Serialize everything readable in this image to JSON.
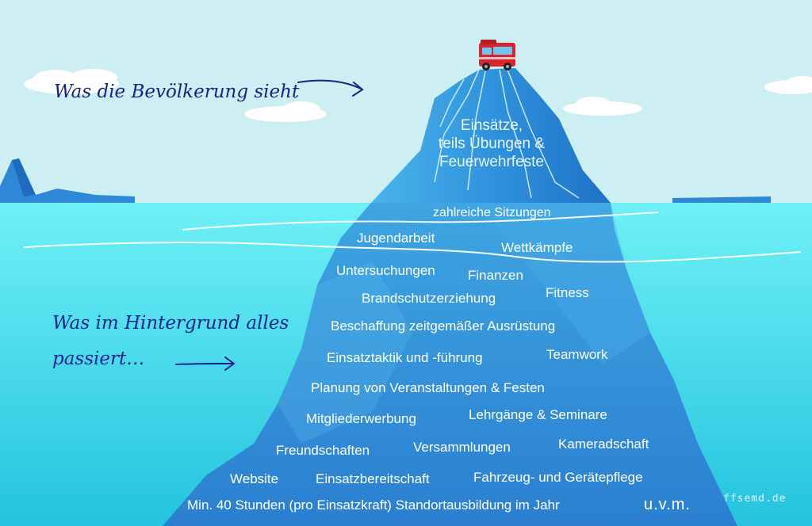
{
  "notes": {
    "top": "Was die Bevölkerung sieht",
    "bottom_line1": "Was im Hintergrund alles",
    "bottom_line2": "passiert…"
  },
  "tip": {
    "line1": "Einsätze,",
    "line2": "teils Übungen &",
    "line3": "Feuerwehrfeste"
  },
  "hidden": {
    "sitzungen": "zahlreiche Sitzungen",
    "jugendarbeit": "Jugendarbeit",
    "wettkaempfe": "Wettkämpfe",
    "untersuchungen": "Untersuchungen",
    "finanzen": "Finanzen",
    "fitness": "Fitness",
    "brandschutzerziehung": "Brandschutzerziehung",
    "beschaffung": "Beschaffung zeitgemäßer Ausrüstung",
    "einsatztaktik": "Einsatztaktik und -führung",
    "teamwork": "Teamwork",
    "planung": "Planung von Veranstaltungen & Festen",
    "mitgliederwerbung": "Mitgliederwerbung",
    "lehrgaenge": "Lehrgänge & Seminare",
    "freundschaften": "Freundschaften",
    "versammlungen": "Versammlungen",
    "kameradschaft": "Kameradschaft",
    "website": "Website",
    "einsatzbereitschaft": "Einsatzbereitschaft",
    "fahrzeugpflege": "Fahrzeug- und Gerätepflege",
    "ausbildung": "Min. 40 Stunden (pro Einsatzkraft) Standortausbildung im Jahr",
    "uvm": "u.v.m."
  },
  "watermark": "ffsemd.de",
  "colors": {
    "sky": "#cdeef2",
    "water_top": "#5fe6f2",
    "water_bottom": "#26c6e0",
    "ice_above": "#2f8fd8",
    "ice_below": "#2d7fd0",
    "handwriting": "#16238a",
    "truck": "#d7262b"
  }
}
